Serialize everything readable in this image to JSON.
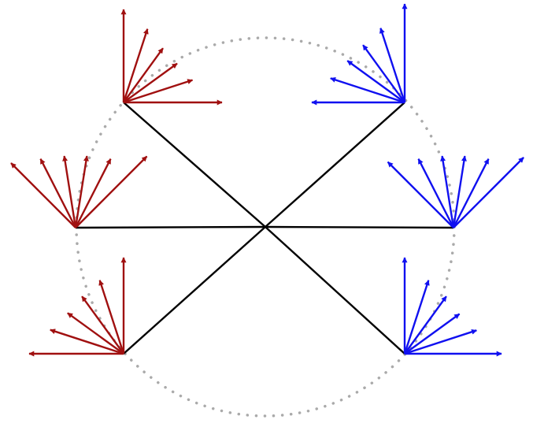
{
  "colors": {
    "red": "#a01010",
    "blue": "#1010f0",
    "line": "#000000",
    "circle": "#aaaaaa",
    "background": "#ffffff"
  },
  "diagram": {
    "type": "vector-fans-on-circle",
    "center_node": "crossing-point",
    "circle_style": "dotted",
    "spokes": [
      {
        "name": "upper-left",
        "color": "red"
      },
      {
        "name": "middle-left",
        "color": "red"
      },
      {
        "name": "lower-left",
        "color": "red"
      },
      {
        "name": "upper-right",
        "color": "blue"
      },
      {
        "name": "middle-right",
        "color": "blue"
      },
      {
        "name": "lower-right",
        "color": "blue"
      }
    ],
    "arrows_per_fan": [
      6,
      6,
      6,
      6,
      6,
      6
    ]
  }
}
